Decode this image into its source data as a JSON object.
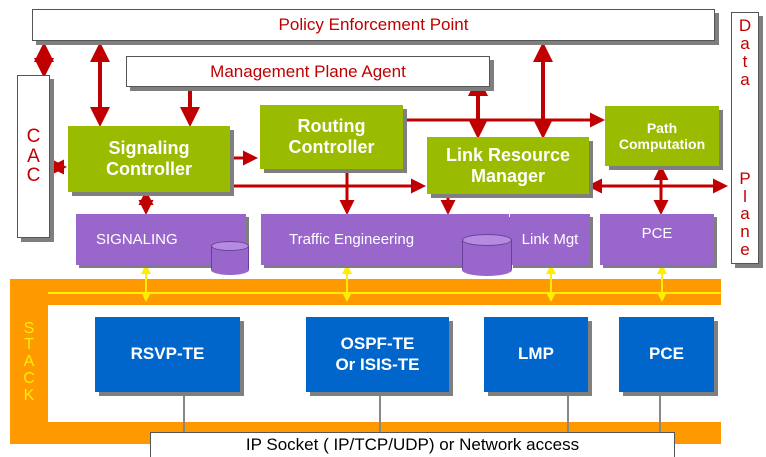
{
  "pep": "Policy Enforcement Point",
  "mpa": "Management Plane Agent",
  "cac": [
    "C",
    "A",
    "C"
  ],
  "data_plane": [
    "D",
    "a",
    "t",
    "a",
    "P",
    "l",
    "a",
    "n",
    "e"
  ],
  "controllers": {
    "signaling": "Signaling\nController",
    "routing": "Routing\nController",
    "lrm": "Link Resource\nManager",
    "path": "Path\nComputation"
  },
  "modules": {
    "signaling": "SIGNALING",
    "te": "Traffic Engineering",
    "linkmgt": "Link Mgt",
    "pce": "PCE"
  },
  "stack_letters": [
    "S",
    "T",
    "A",
    "C",
    "K"
  ],
  "protocols": {
    "rsvp": "RSVP-TE",
    "ospf": "OSPF-TE\nOr ISIS-TE",
    "lmp": "LMP",
    "pce": "PCE"
  },
  "ip_socket": "IP Socket ( IP/TCP/UDP) or Network access",
  "colors": {
    "red": "#c00000",
    "green": "#99bb00",
    "purple": "#9966cc",
    "blue": "#0066cc",
    "orange": "#ff9900",
    "yellow": "#ffee00"
  }
}
